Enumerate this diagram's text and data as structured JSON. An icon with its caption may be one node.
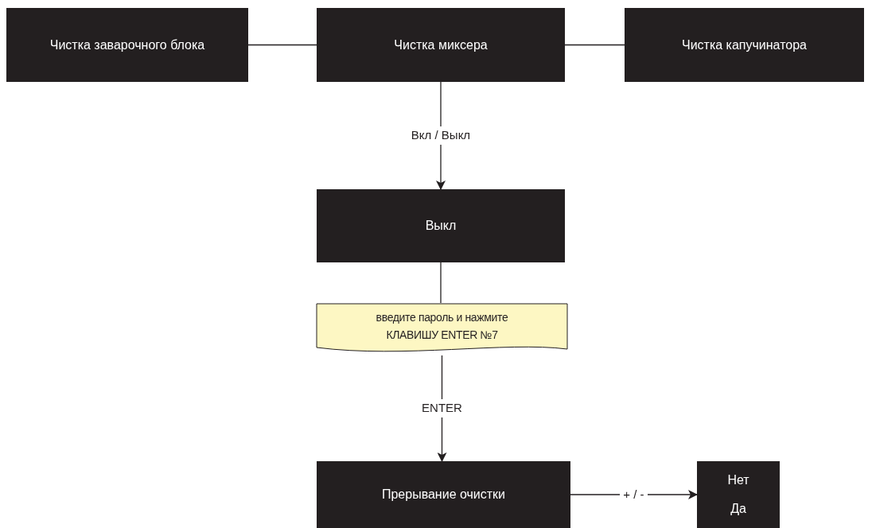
{
  "diagram": {
    "nodes": [
      {
        "text": [
          "Чистка заварочного блока"
        ]
      },
      {
        "text": [
          "Чистка миксера"
        ]
      },
      {
        "text": [
          "Чистка капучинатора"
        ]
      },
      {
        "text": [
          "Выкл"
        ]
      },
      {
        "text": [
          "введите пароль и нажмите КЛАВИШУ ENTER №7"
        ]
      },
      {
        "text": [
          "Прерывание очистки"
        ]
      },
      {
        "text": [
          "Нет",
          "Да"
        ]
      }
    ],
    "edges": [
      {
        "from": 0,
        "to": 1,
        "arrow": "none"
      },
      {
        "from": 1,
        "to": 2,
        "arrow": "none"
      },
      {
        "from": 1,
        "to": 3,
        "arrow": "to",
        "label": "Вкл / Выкл"
      },
      {
        "from": 3,
        "to": 4,
        "arrow": "none"
      },
      {
        "from": 4,
        "to": 5,
        "arrow": "to",
        "label": "ENTER"
      },
      {
        "from": 5,
        "to": 6,
        "arrow": "to",
        "label": "+ / -"
      }
    ]
  }
}
